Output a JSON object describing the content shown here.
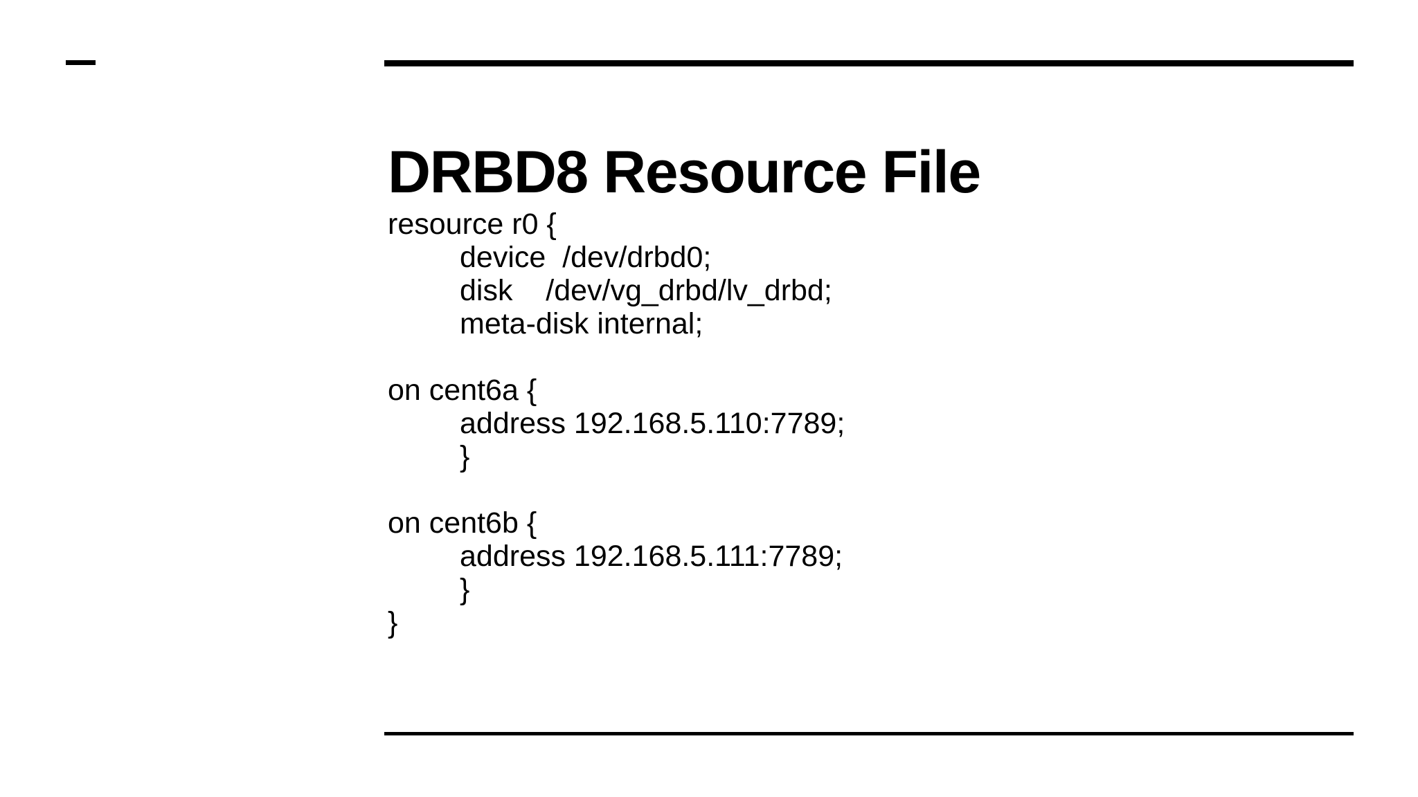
{
  "slide": {
    "title": "DRBD8 Resource File",
    "background_color": "#ffffff",
    "text_color": "#000000",
    "rule_color": "#000000",
    "corner_mark": "dash-mark"
  },
  "code": {
    "language": "drbd-config",
    "lines": [
      {
        "indent": 0,
        "text": "resource r0 {"
      },
      {
        "indent": 1,
        "text": "device  /dev/drbd0;"
      },
      {
        "indent": 1,
        "text": "disk    /dev/vg_drbd/lv_drbd;"
      },
      {
        "indent": 1,
        "text": "meta-disk internal;"
      },
      {
        "indent": 0,
        "text": ""
      },
      {
        "indent": 0,
        "text": "on cent6a {"
      },
      {
        "indent": 1,
        "text": "address 192.168.5.110:7789;"
      },
      {
        "indent": 1,
        "text": "}"
      },
      {
        "indent": 0,
        "text": ""
      },
      {
        "indent": 0,
        "text": "on cent6b {"
      },
      {
        "indent": 1,
        "text": "address 192.168.5.111:7789;"
      },
      {
        "indent": 1,
        "text": "}"
      },
      {
        "indent": 0,
        "text": "}"
      }
    ]
  }
}
